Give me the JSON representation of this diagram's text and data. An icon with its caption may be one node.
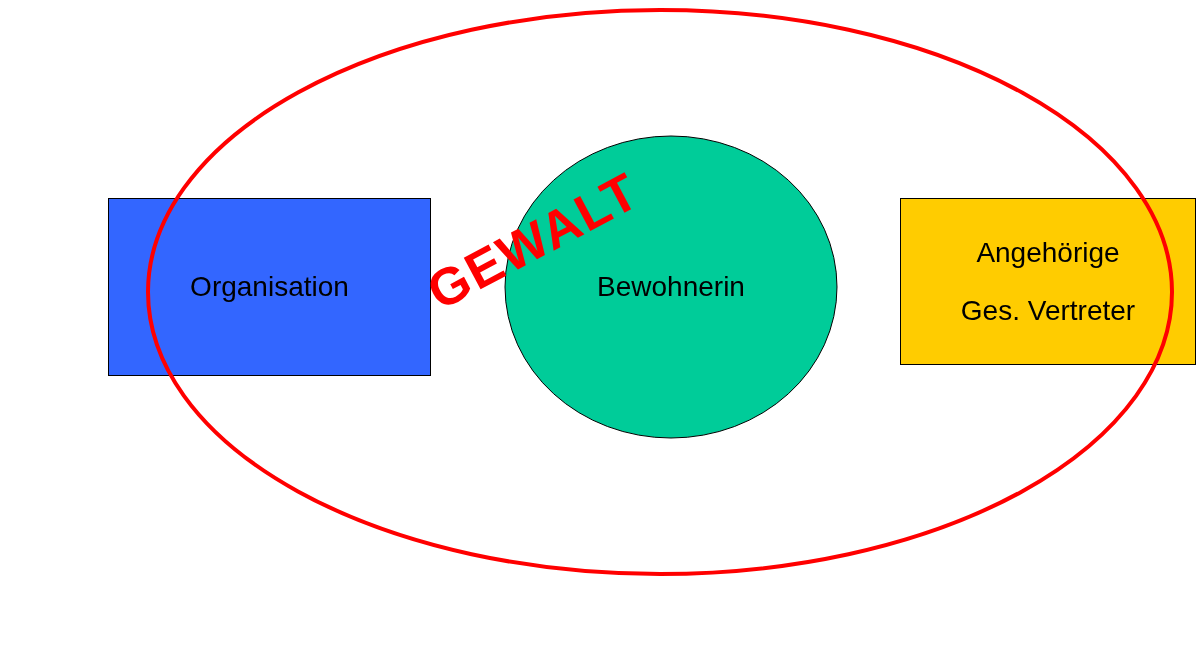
{
  "diagram": {
    "nodes": [
      {
        "text": [
          "Organisation"
        ]
      },
      {
        "text": [
          "Bewohnerin"
        ]
      },
      {
        "text": [
          "Angehörige",
          "Ges. Vertreter"
        ]
      }
    ],
    "labels": [
      "GEWALT"
    ]
  }
}
